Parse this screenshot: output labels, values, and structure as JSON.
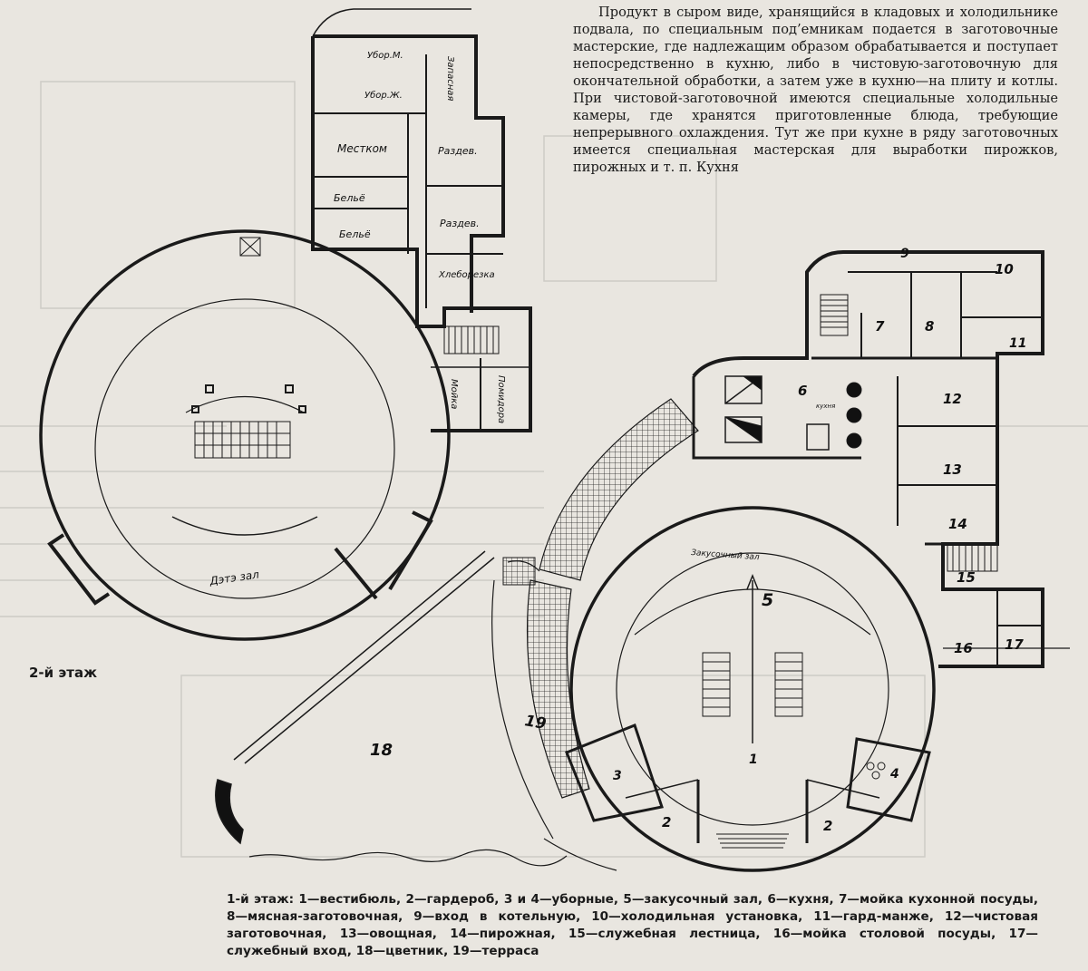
{
  "body_text": "Продукт в сыром виде, хранящийся в кладовых и холодильнике подвала, по специальным под’емникам подается в заготовочные мастерские, где надлежащим образом обрабатывается и поступает непосредственно в кухню, либо в чистовую-заготовочную для окончательной обработки, а затем уже в кухню—на плиту и котлы. При чистовой-заготовочной имеются специальные холодильные камеры, где хранятся приготовленные блюда, требующие непрерывного охлаждения. Тут же при кухне в ряду заготовочных имеется специальная мастерская для выработки пирожков, пирожных и т. п. Кухня",
  "floor2_label": "2-й этаж",
  "floor1_caption": "1-й этаж: 1—вестибюль, 2—гардероб, 3 и 4—уборные, 5—закусочный зал, 6—кухня, 7—мойка кухонной посуды, 8—мясная-заготовочная, 9—вход в котельную, 10—холодильная установка, 11—гард-манже, 12—чистовая заготовочная, 13—овощная, 14—пирожная, 15—служебная лестница, 16—мойка столовой посуды, 17—служебный вход, 18—цветник, 19—терраса",
  "floor2_rooms": {
    "ubor_m": "Убор.М.",
    "ubor_zh": "Убор.Ж.",
    "zapasnaya": "Запасная",
    "mestkom": "Местком",
    "razdev1": "Раздев.",
    "belye1": "Бельё",
    "belye2": "Бельё",
    "razdev2": "Раздев.",
    "hleborezka": "Хлеборезка",
    "moika": "Мойка",
    "pomidora": "Помидора",
    "hall": "Дэтэ зал"
  },
  "floor1_rooms": {
    "hall_label": "Закусочный зал",
    "kitchen_label": "кухня",
    "n1": "1",
    "n2a": "2",
    "n2b": "2",
    "n3": "3",
    "n4": "4",
    "n5": "5",
    "n6": "6",
    "n7": "7",
    "n8": "8",
    "n9": "9",
    "n10": "10",
    "n11": "11",
    "n12": "12",
    "n13": "13",
    "n14": "14",
    "n15": "15",
    "n16": "16",
    "n17": "17",
    "n18": "18",
    "n19": "19"
  }
}
